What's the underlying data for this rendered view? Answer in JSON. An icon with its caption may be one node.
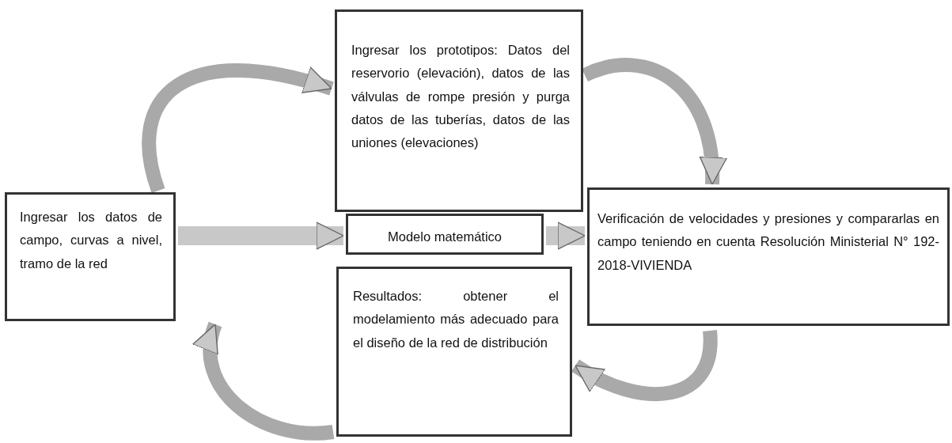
{
  "diagram": {
    "nodes": [
      {
        "text": [
          "Ingresar los datos de campo, curvas a nivel, tramo de la red"
        ]
      },
      {
        "text": [
          "Ingresar los prototipos: Datos del reservorio (elevación), datos de las válvulas de rompe presión y purga datos de las tuberías, datos de las uniones (elevaciones)"
        ]
      },
      {
        "text": [
          "Modelo matemático"
        ]
      },
      {
        "text": [
          "Verificación de velocidades y presiones y compararlas en campo teniendo en cuenta Resolución Ministerial N° 192-2018-VIVIENDA"
        ]
      },
      {
        "text": [
          "Resultados: obtener el modelamiento más adecuado para el diseño de la red de distribución"
        ]
      }
    ],
    "edges": [
      {
        "from": 0,
        "to": 2,
        "arrow": "to"
      },
      {
        "from": 2,
        "to": 3,
        "arrow": "to"
      },
      {
        "from": 0,
        "to": 1,
        "arrow": "to"
      },
      {
        "from": 1,
        "to": 3,
        "arrow": "to"
      },
      {
        "from": 3,
        "to": 4,
        "arrow": "to"
      },
      {
        "from": 4,
        "to": 0,
        "arrow": "to"
      }
    ]
  }
}
